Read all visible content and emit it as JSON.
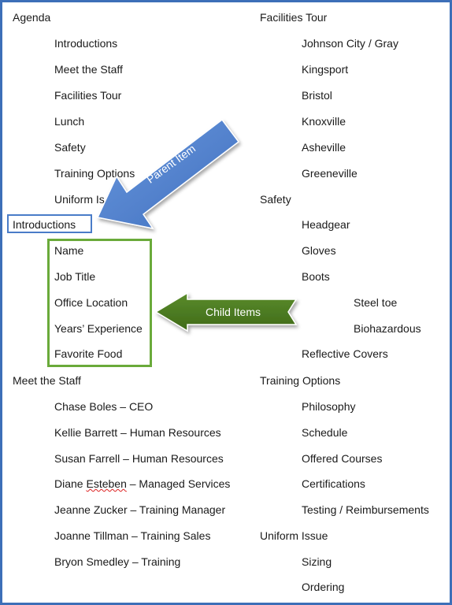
{
  "left": {
    "agenda": {
      "heading": "Agenda",
      "items": [
        "Introductions",
        "Meet the Staff",
        "Facilities Tour",
        "Lunch",
        "Safety",
        "Training Options",
        "Uniform Is"
      ]
    },
    "introductions": {
      "heading": "Introductions",
      "items": [
        "Name",
        "Job Title",
        "Office Location",
        "Years’ Experience",
        "Favorite Food"
      ]
    },
    "meet_the_staff": {
      "heading": "Meet the Staff",
      "items": [
        "Chase Boles – CEO",
        "Kellie Barrett – Human Resources",
        "Susan Farrell – Human Resources",
        {
          "first": "Diane",
          "surname": "Esteben",
          "role": " – Managed Services"
        },
        "Jeanne Zucker – Training Manager",
        "Joanne Tillman – Training Sales",
        "Bryon Smedley – Training"
      ]
    }
  },
  "right": {
    "facilities_tour": {
      "heading": "Facilities Tour",
      "items": [
        "Johnson City / Gray",
        "Kingsport",
        "Bristol",
        "Knoxville",
        "Asheville",
        "Greeneville"
      ]
    },
    "safety": {
      "heading": "Safety",
      "items": [
        "Headgear",
        "Gloves",
        "Boots"
      ],
      "sub_items": [
        "Steel toe",
        "Biohazardous"
      ],
      "last_item": "Reflective Covers"
    },
    "training_options": {
      "heading": "Training Options",
      "items": [
        "Philosophy",
        "Schedule",
        "Offered Courses",
        "Certifications",
        "Testing / Reimbursements"
      ]
    },
    "uniform_issue": {
      "heading": "Uniform Issue",
      "items": [
        "Sizing",
        "Ordering"
      ]
    }
  },
  "callouts": {
    "parent_label": "Parent Item",
    "child_label": "Child Items",
    "parent_color": "#4a7cc8",
    "child_color": "#4a7a22",
    "child_box_color": "#6aaa3a"
  }
}
